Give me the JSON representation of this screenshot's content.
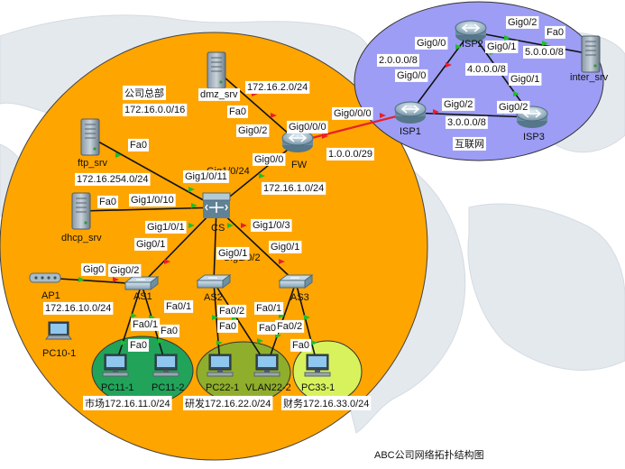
{
  "colors": {
    "hq_area": "#ffa500",
    "isp_area": "#9d9df5",
    "dept_market": "#21a35a",
    "dept_rd": "#8fae2b",
    "dept_finance": "#d7f25d",
    "link": "#111111",
    "wan_link": "#e8202a",
    "port_up": "#1fbf2b",
    "port_red": "#e8202a",
    "map_land": "#e4e9ee",
    "map_sea": "#ffffff"
  },
  "hq": {
    "name": "公司总部",
    "net": "172.16.0.0/16"
  },
  "internet_label": "互联网",
  "devices": {
    "dmz_srv": {
      "label": "dmz_srv",
      "icon": "server-icon"
    },
    "ftp_srv": {
      "label": "ftp_srv",
      "icon": "server-icon"
    },
    "dhcp_srv": {
      "label": "dhcp_srv",
      "icon": "server-icon"
    },
    "inter_srv": {
      "label": "inter_srv",
      "icon": "server-icon"
    },
    "fw": {
      "label": "FW",
      "icon": "router-icon"
    },
    "isp1": {
      "label": "ISP1",
      "icon": "router-icon"
    },
    "isp2": {
      "label": "ISP2",
      "icon": "router-icon"
    },
    "isp3": {
      "label": "ISP3",
      "icon": "router-icon"
    },
    "cs": {
      "label": "CS",
      "icon": "multilayer-switch-icon"
    },
    "as1": {
      "label": "AS1",
      "icon": "switch-icon"
    },
    "as2": {
      "label": "AS2",
      "icon": "switch-icon"
    },
    "as3": {
      "label": "AS3",
      "icon": "switch-icon"
    },
    "ap1": {
      "label": "AP1",
      "icon": "access-point-icon"
    },
    "pc10_1": {
      "label": "PC10-1",
      "icon": "laptop-icon"
    },
    "pc11_1": {
      "label": "PC11-1",
      "icon": "pc-icon"
    },
    "pc11_2": {
      "label": "PC11-2",
      "icon": "pc-icon"
    },
    "pc22_1": {
      "label": "PC22-1",
      "icon": "pc-icon"
    },
    "vlan22_2": {
      "label": "VLAN22-2",
      "icon": "pc-icon"
    },
    "pc33_1": {
      "label": "PC33-1",
      "icon": "pc-icon"
    }
  },
  "networks": {
    "dmz": "172.16.2.0/24",
    "server": "172.16.254.0/24",
    "core": "172.16.1.0/24",
    "ap": "172.16.10.0/24",
    "wan": "1.0.0.0/29",
    "isp12": "2.0.0.0/8",
    "isp23": "4.0.0.0/8",
    "isp13": "3.0.0.0/8",
    "inter": "5.0.0.0/8"
  },
  "departments": {
    "market": "市场172.16.11.0/24",
    "rd": "研发172.16.22.0/24",
    "finance": "财务172.16.33.0/24"
  },
  "ports": {
    "dmz_fa0": "Fa0",
    "fw_gig02": "Gig0/2",
    "fw_gig000": "Gig0/0/0",
    "fw_gig00": "Gig0/0",
    "isp1_gig000": "Gig0/0/0",
    "isp1_gig00": "Gig0/0",
    "isp1_gig02": "Gig0/2",
    "isp2_gig00": "Gig0/0",
    "isp2_gig02": "Gig0/2",
    "isp2_gig01": "Gig0/1",
    "isp3_gig01": "Gig0/1",
    "isp3_gig02": "Gig0/2",
    "inter_fa0": "Fa0",
    "ftp_fa0": "Fa0",
    "dhcp_fa0": "Fa0",
    "cs_gig1011": "Gig1/0/11",
    "cs_gig1024": "Gig1/0/24",
    "cs_gig1010": "Gig1/0/10",
    "cs_gig101": "Gig1/0/1",
    "cs_gig103": "Gig1/0/3",
    "cs_gig102": "Gig1/0/2",
    "as1_gig01": "Gig0/1",
    "as1_gig02": "Gig0/2",
    "ap1_gig0": "Gig0",
    "as2_gig01": "Gig0/1",
    "as3_gig01": "Gig0/1",
    "as1_fa01": "Fa0/1",
    "pc11_1_fa0": "Fa0",
    "as1_fa02": "Fa0/2",
    "pc11_2_fa0": "Fa0",
    "as2_fa01": "Fa0/1",
    "as2_fa02": "Fa0/2",
    "pc22_1_fa0": "Fa0",
    "as3_fa01": "Fa0/1",
    "as3_fa02": "Fa0/2",
    "vlan22_2_fa0": "Fa0",
    "pc33_1_fa0": "Fa0"
  },
  "caption": "ABC公司网络拓扑结构图"
}
